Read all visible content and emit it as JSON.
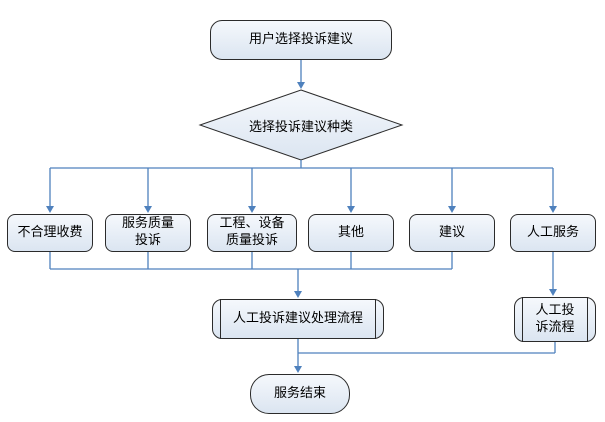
{
  "diagram": {
    "start": "用户选择投诉建议",
    "decision": "选择投诉建议种类",
    "categories": [
      "不合理收费",
      "服务质量\n投诉",
      "工程、设备\n质量投诉",
      "其他",
      "建议",
      "人工服务"
    ],
    "process_main": "人工投诉建议处理流程",
    "process_manual": "人工投\n诉流程",
    "end": "服务结束"
  },
  "colors": {
    "connector": "#4f81bd",
    "node_border": "#2b2b2b",
    "node_fill_top": "#f5f8fc",
    "node_fill_bottom": "#dbe5f1",
    "text": "#000000",
    "background": "#ffffff"
  }
}
